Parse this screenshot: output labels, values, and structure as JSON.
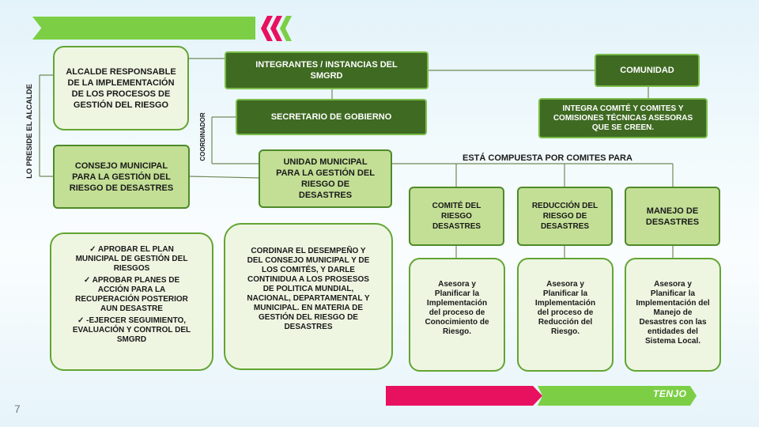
{
  "slide_number": "7",
  "alcalde": "ALCALDE RESPONSABLE DE LA IMPLEMENTACIÓN DE LOS PROCESOS DE GESTIÓN DEL RIESGO",
  "integrantes": "INTEGRANTES / INSTANCIAS DEL SMGRD",
  "comunidad": "COMUNIDAD",
  "integra": "INTEGRA COMITÉ Y COMITES Y COMISIONES TÉCNICAS ASESORAS QUE SE CREEN.",
  "secretario": "SECRETARIO DE GOBIERNO",
  "coordinador": "COORDINADOR",
  "lo_preside": "LO PRESIDE EL ALCALDE",
  "consejo": "CONSEJO MUNICIPAL PARA LA GESTIÓN DEL RIESGO DE DESASTRES",
  "unidad": "UNIDAD MUNICIPAL PARA LA GESTIÓN DEL RIESGO DE DESASTRES",
  "compuesta": "ESTÁ COMPUESTA POR COMITES PARA",
  "comites": [
    {
      "title": "COMITÉ DEL RIESGO DESASTRES",
      "desc": "Asesora y Planificar la Implementación del proceso de Conocimiento de Riesgo."
    },
    {
      "title": "REDUCCIÓN DEL RIESGO DE DESASTRES",
      "desc": "Asesora y Planificar la Implementación del proceso de Reducción del Riesgo."
    },
    {
      "title": "MANEJO DE DESASTRES",
      "desc": "Asesora y Planificar la Implementación del Manejo de Desastres con las entidades del Sistema Local."
    }
  ],
  "funciones": [
    "APROBAR EL PLAN MUNICIPAL DE GESTIÓN DEL RIESGOS",
    "APROBAR PLANES DE ACCIÓN PARA LA RECUPERACIÓN POSTERIOR AUN DESASTRE",
    "-EJERCER SEGUIMIENTO, EVALUACIÓN Y CONTROL DEL SMGRD"
  ],
  "coordinar": "CORDINAR EL DESEMPEÑO Y DEL CONSEJO MUNICIPAL Y DE LOS COMITÉS, Y DARLE CONTINIDUA A LOS PROSESOS DE POLITICA MUNDIAL, NACIONAL, DEPARTAMENTAL Y MUNICIPAL. EN MATERIA DE GESTIÓN DEL RIESGO DE DESASTRES",
  "logo": "TENJO",
  "colors": {
    "dark_green": "#3f6a22",
    "mid_green": "#c3df95",
    "light_green": "#eef6e2",
    "accent_pink": "#e8115f",
    "accent_green": "#7ccf45"
  }
}
